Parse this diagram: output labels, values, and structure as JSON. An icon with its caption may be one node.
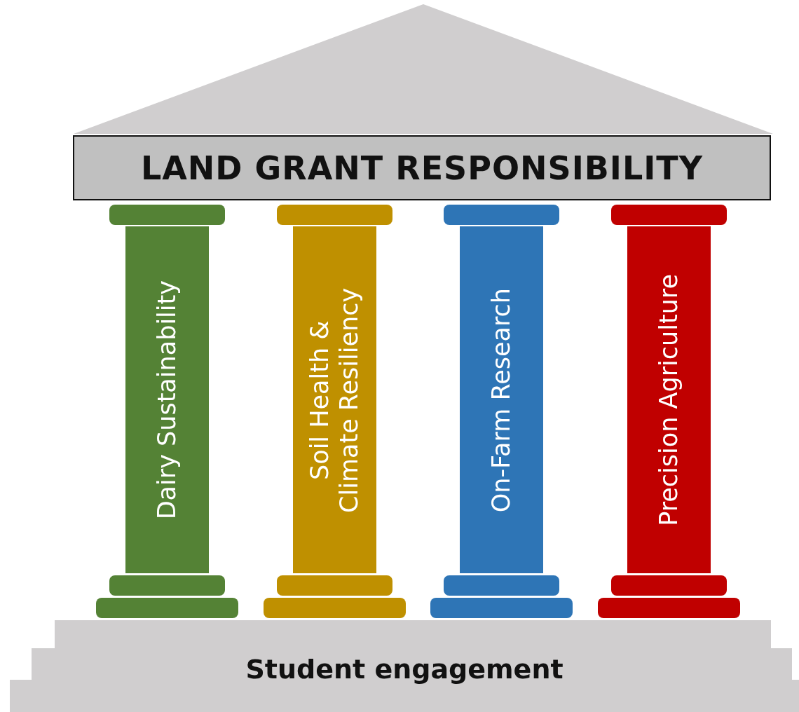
{
  "diagram": {
    "nodes": [
      {
        "text": [],
        "shape": "triangle"
      },
      {
        "text": [
          "LAND GRANT RESPONSIBILITY"
        ]
      },
      {
        "text": [
          "Dairy Sustainability"
        ]
      },
      {
        "text": [
          "Soil Health & Climate Resiliency"
        ]
      },
      {
        "text": [
          "On-Farm Research"
        ]
      },
      {
        "text": [
          "Precision Agriculture"
        ]
      },
      {
        "text": [
          "Student engagement"
        ]
      }
    ],
    "edges": []
  }
}
